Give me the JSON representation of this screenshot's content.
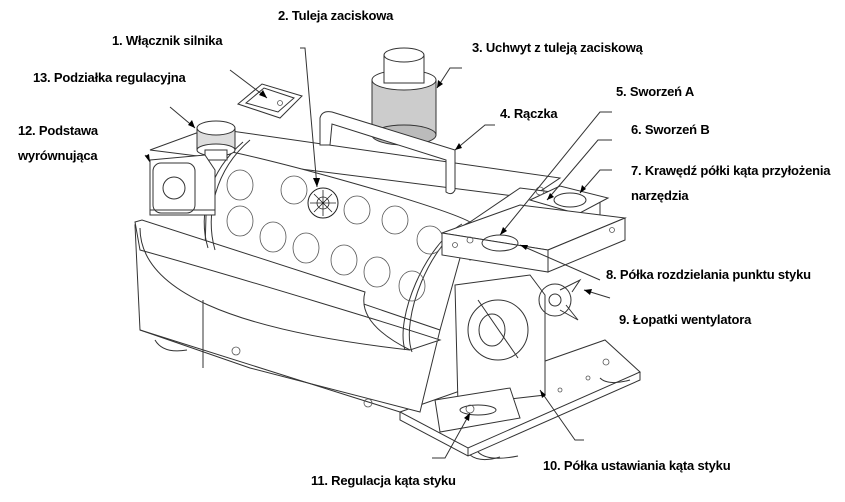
{
  "figure": {
    "subject": "Drill bit grinder – parts diagram",
    "callouts": [
      {
        "number": 1,
        "label": "1. Włącznik silnika"
      },
      {
        "number": 2,
        "label": "2. Tuleja zaciskowa"
      },
      {
        "number": 3,
        "label": "3. Uchwyt z tuleją zaciskową"
      },
      {
        "number": 4,
        "label": "4. Rączka"
      },
      {
        "number": 5,
        "label": "5. Sworzeń A"
      },
      {
        "number": 6,
        "label": "6. Sworzeń B"
      },
      {
        "number": 7,
        "label": "7. Krawędź półki kąta przyłożenia",
        "label_line2": "narzędzia"
      },
      {
        "number": 8,
        "label": "8. Półka rozdzielania punktu styku"
      },
      {
        "number": 9,
        "label": "9. Łopatki wentylatora"
      },
      {
        "number": 10,
        "label": "10. Półka ustawiania kąta styku"
      },
      {
        "number": 11,
        "label": "11. Regulacja kąta styku"
      },
      {
        "number": 12,
        "label": "12. Podstawa",
        "label_line2": "wyrównująca"
      },
      {
        "number": 13,
        "label": "13. Podziałka regulacyjna"
      }
    ]
  }
}
